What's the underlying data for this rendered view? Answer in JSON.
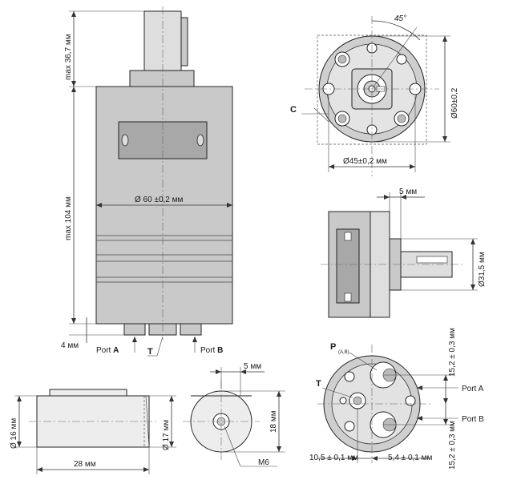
{
  "dimensions": {
    "max_shaft_height": "max 36,7 мм",
    "max_body_height": "max 104 мм",
    "body_diameter": "Ø 60 ±0,2 мм",
    "port_offset": "4 мм",
    "flange_angle": "45°",
    "flange_outer_diameter": "Ø60±0,2",
    "bolt_circle_diameter": "Ø45±0,2 мм",
    "shaft_shoulder": "5 мм",
    "pilot_diameter": "Ø31,5 мм",
    "shaft_diameter": "Ø 16 мм",
    "shaft_length": "28 мм",
    "shaft_cut_diameter": "Ø 17 мм",
    "end_shoulder": "5 мм",
    "end_height": "18 мм",
    "thread": "M6",
    "port_spacing_top": "15,2 ± 0,3 мм",
    "port_spacing_bottom": "15,2 ± 0,3 мм",
    "port_offset_left": "10,5 ± 0,1 мм",
    "port_offset_right": "5,4 ± 0,1 мм"
  },
  "labels": {
    "port_a": "Port",
    "port_a_letter": "A",
    "port_t": "T",
    "port_b": "Port",
    "port_b_letter": "B",
    "c_marker": "C",
    "p_marker": "P",
    "p_sub": "(A,B)",
    "t_marker": "T",
    "bottom_port_a": "Port A",
    "bottom_port_b": "Port B"
  }
}
